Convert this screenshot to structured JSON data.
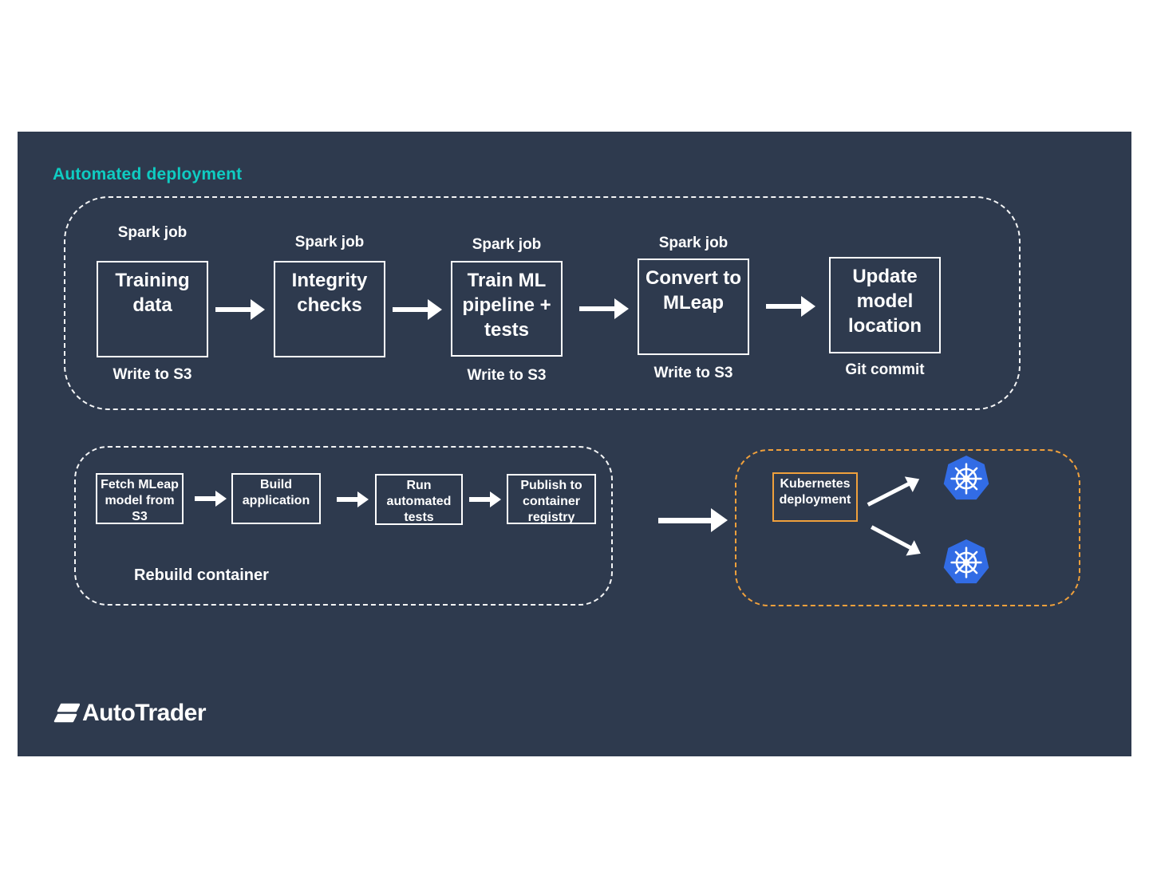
{
  "slide": {
    "title": "Automated deployment"
  },
  "colors": {
    "background": "#2E3A4E",
    "accent_teal": "#0FCCC2",
    "accent_orange": "#EFA03C",
    "kubernetes_blue": "#326CE5",
    "foreground": "#FFFFFF"
  },
  "top_pipeline": {
    "stations": [
      {
        "top_label": "Spark job",
        "title": "Training data",
        "bottom_label": "Write to S3"
      },
      {
        "top_label": "Spark job",
        "title": "Integrity checks"
      },
      {
        "top_label": "Spark job",
        "title": "Train ML pipeline + tests",
        "bottom_label": "Write to S3"
      },
      {
        "top_label": "Spark job",
        "title": "Convert to MLeap",
        "bottom_label": "Write to S3"
      },
      {
        "title": "Update model location",
        "bottom_label": "Git commit"
      }
    ]
  },
  "rebuild_pipeline": {
    "label": "Rebuild container",
    "steps": [
      {
        "title": "Fetch MLeap model from S3"
      },
      {
        "title": "Build application"
      },
      {
        "title": "Run automated tests"
      },
      {
        "title": "Publish to container registry"
      }
    ]
  },
  "deployment": {
    "box_title": "Kubernetes deployment",
    "cluster_icons": [
      "kubernetes-logo",
      "kubernetes-logo"
    ]
  },
  "footer": {
    "brand": "AutoTrader"
  }
}
